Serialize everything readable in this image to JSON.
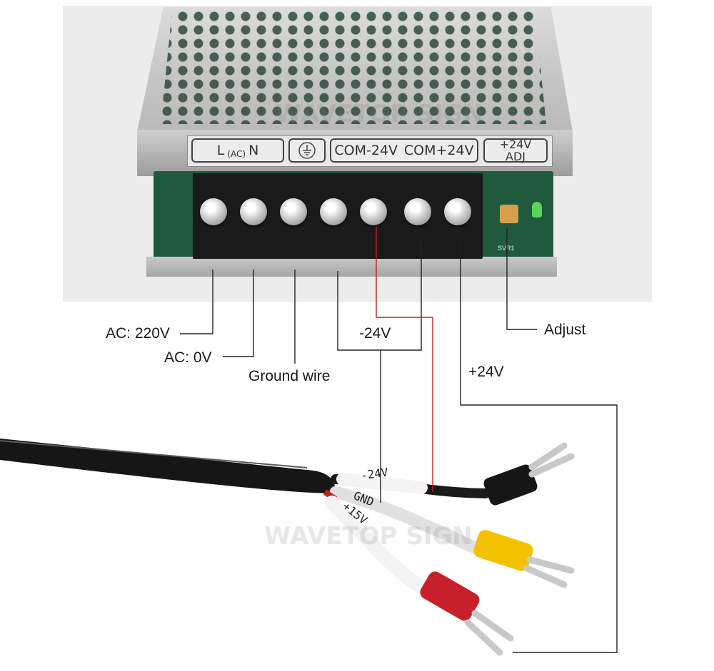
{
  "psu": {
    "label_l": "L",
    "label_ac": "(AC)",
    "label_n": "N",
    "label_com_neg": "COM-24V",
    "label_com_pos": "COM+24V",
    "label_adj_top": "+24V",
    "label_adj_bottom": "ADJ",
    "board_label": "SVR1"
  },
  "annotations": {
    "ac_220v": "AC: 220V",
    "ac_0v": "AC: 0V",
    "ground_wire": "Ground wire",
    "minus_24v": "-24V",
    "plus_24v": "+24V",
    "adjust": "Adjust"
  },
  "cable": {
    "sleeve_minus": "-24V",
    "sleeve_gnd": "GND",
    "sleeve_plus": "+15V"
  },
  "watermark": "WAVETOP SIGN",
  "colors": {
    "wire_red": "#c0241f",
    "wire_black": "#1a1a1a",
    "wire_white": "#f3f3f3",
    "terminal_yellow": "#f2c200",
    "terminal_red": "#c8202a",
    "terminal_black": "#161616",
    "leader_line": "#222222"
  }
}
